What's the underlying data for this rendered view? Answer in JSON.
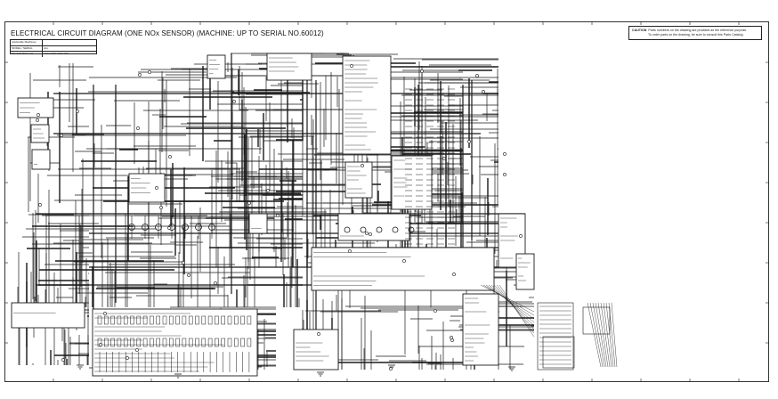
{
  "diagram": {
    "title": "ELECTRICAL CIRCUIT DIAGRAM (ONE NOx SENSOR) (MACHINE: UP TO SERIAL NO.60012)",
    "info_box": {
      "header": "Applicable Machines",
      "rows": [
        {
          "label": "MODEL / SERIAL",
          "value": "ALL"
        },
        {
          "label": "PT.DRAWING NO.",
          "value": "1203-0000-0000-000"
        }
      ]
    },
    "caution": {
      "label": "CAUTION",
      "line1": "Parts numbers on the drawing are provided as the reference purpose.",
      "line2": "To order parts on the drawing, be sure to consult this Parts Catalog."
    }
  }
}
